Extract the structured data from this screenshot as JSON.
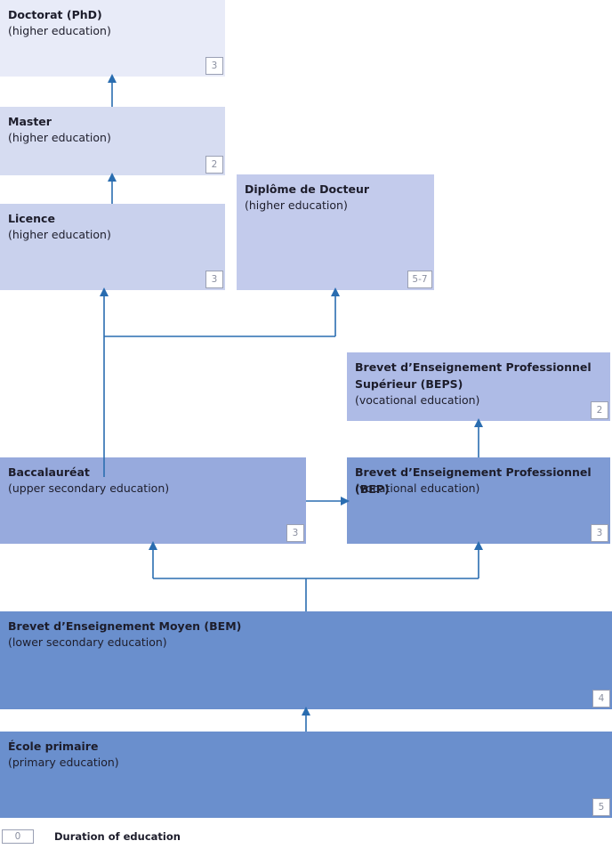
{
  "nodes": {
    "doctorat": {
      "title": "Doctorat (PhD)",
      "sub": "(higher education)",
      "duration": "3"
    },
    "master": {
      "title": "Master",
      "sub": "(higher education)",
      "duration": "2"
    },
    "licence": {
      "title": "Licence",
      "sub": "(higher education)",
      "duration": "3"
    },
    "docteur": {
      "title": "Diplôme de Docteur",
      "sub": "(higher education)",
      "duration": "5-7"
    },
    "beps": {
      "title_line1": "Brevet d’Enseignement Professionnel",
      "title_line2": "Supérieur (BEPS)",
      "sub": "(vocational education)",
      "duration": "2"
    },
    "bac": {
      "title": "Baccalauréat",
      "sub": "(upper secondary education)",
      "duration": "3"
    },
    "bep": {
      "title": "Brevet d’Enseignement Professionnel (BEP)",
      "sub": "(vocational education)",
      "duration": "3"
    },
    "bem": {
      "title": "Brevet d’Enseignement Moyen (BEM)",
      "sub": "(lower secondary education)",
      "duration": "4"
    },
    "primaire": {
      "title": "École primaire",
      "sub": "(primary education)",
      "duration": "5"
    }
  },
  "legend": {
    "sample": "0",
    "label": "Duration of education"
  },
  "colors": {
    "doctorat": "#e8ebf8",
    "master": "#d6dcf1",
    "licence": "#c9d1ed",
    "docteur": "#c3cbec",
    "beps": "#aebbe6",
    "bac": "#97aadd",
    "bep": "#7f9bd4",
    "bem": "#6a8fcd",
    "primaire": "#6a8fcd",
    "arrow": "#2a6db0"
  }
}
